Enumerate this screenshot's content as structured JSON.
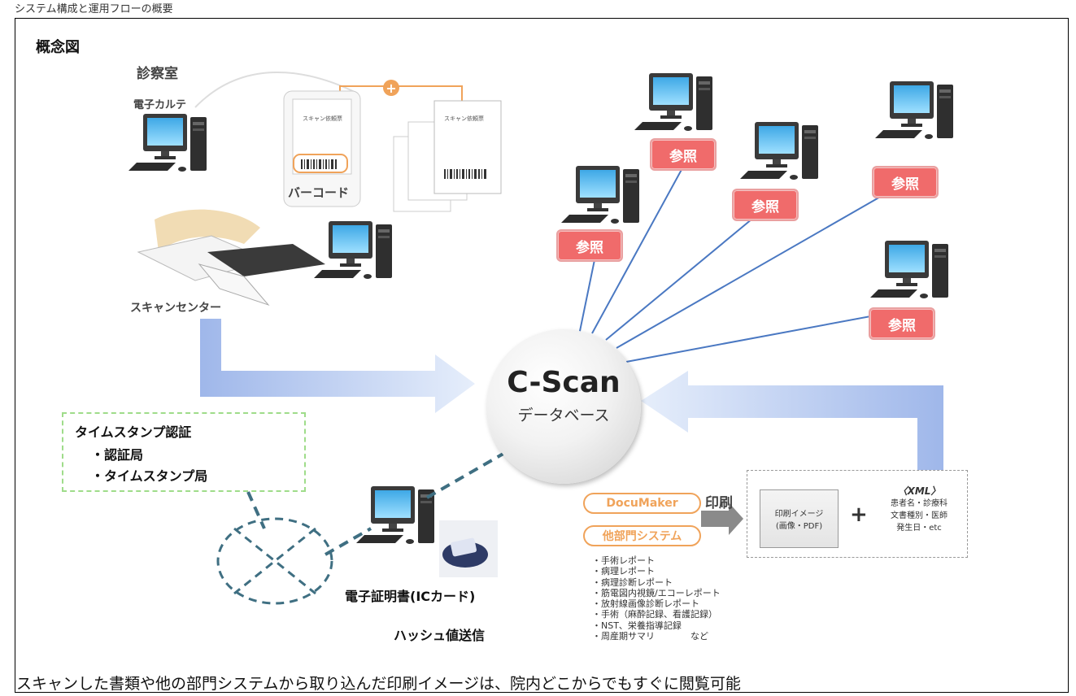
{
  "top_text": "システム構成と運用フローの概要",
  "title": "概念図",
  "labels": {
    "exam_room": "診察室",
    "emr": "電子カルテ",
    "barcode": "バーコード",
    "scan_center": "スキャンセンター",
    "reference": "参照",
    "db_name": "C-Scan",
    "db_sub": "データベース",
    "cert": "電子証明書(ICカード)",
    "hash_send": "ハッシュ値送信",
    "print": "印刷"
  },
  "timestamp": {
    "title": "タイムスタンプ認証",
    "items": [
      "・認証局",
      "・タイムスタンプ局"
    ]
  },
  "systems": [
    "DocuMaker",
    "他部門システム"
  ],
  "print_image": {
    "line1": "印刷イメージ",
    "line2": "(画像・PDF)"
  },
  "xml": {
    "title": "〈XML〉",
    "line1": "患者名・診療科",
    "line2": "文書種別・医師",
    "line3": "発生日・etc"
  },
  "doc_sheet": {
    "heading": "スキャン依頼票"
  },
  "reports": [
    "・手術レポート",
    "・病理レポート",
    "・病理診断レポート",
    "・筋電図内視鏡/エコーレポート",
    "・放射線画像診断レポート",
    "・手術（麻酔記録、看護記録）",
    "・NST、栄養指導記録",
    "・周産期サマリ　　　　など"
  ],
  "caption": "スキャンした書類や他の部門システムから取り込んだ印刷イメージは、院内どこからでもすぐに閲覧可能",
  "colors": {
    "reference_bg": "#f06b6b",
    "arrow": "#b7c9ee",
    "line": "#4a78c2",
    "dashed": "#3f6f82",
    "orange": "#f0a35a"
  }
}
